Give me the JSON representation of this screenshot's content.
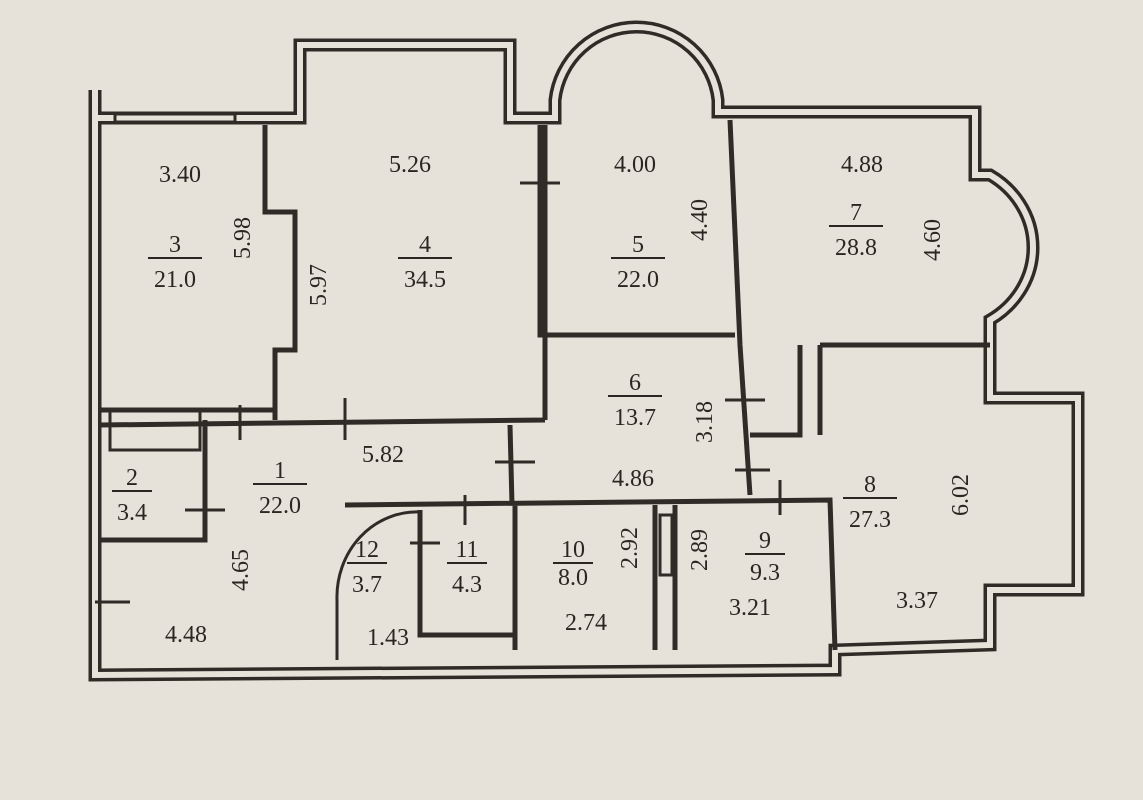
{
  "title": "Apartment floor plan",
  "rooms": [
    {
      "number": "1",
      "area": "22.0"
    },
    {
      "number": "2",
      "area": "3.4"
    },
    {
      "number": "3",
      "area": "21.0"
    },
    {
      "number": "4",
      "area": "34.5"
    },
    {
      "number": "5",
      "area": "22.0"
    },
    {
      "number": "6",
      "area": "13.7"
    },
    {
      "number": "7",
      "area": "28.8"
    },
    {
      "number": "8",
      "area": "27.3"
    },
    {
      "number": "9",
      "area": "9.3"
    },
    {
      "number": "10",
      "area": "8.0"
    },
    {
      "number": "11",
      "area": "4.3"
    },
    {
      "number": "12",
      "area": "3.7"
    }
  ],
  "dimensions": {
    "r3_w": "3.40",
    "r3_h": "5.98",
    "r4_w": "5.26",
    "r4_h": "5.97",
    "r5_w": "4.00",
    "r5_h": "4.40",
    "r7_w": "4.88",
    "r7_h": "4.60",
    "r6_h": "3.18",
    "r6_w": "4.86",
    "hall_w": "5.82",
    "hall_h": "4.65",
    "hall_b": "4.48",
    "r12_w": "1.43",
    "r10_h": "2.92",
    "r10_w": "2.74",
    "r9_h": "2.89",
    "r9_w": "3.21",
    "r8_h": "6.02",
    "r8_w": "3.37"
  }
}
